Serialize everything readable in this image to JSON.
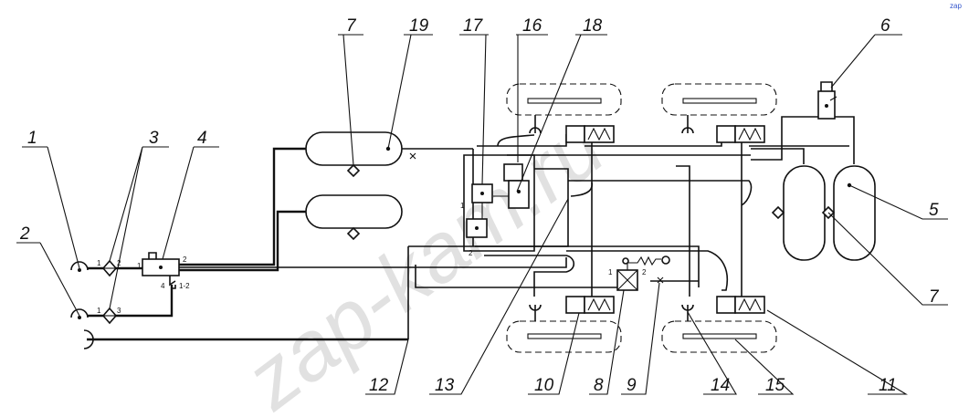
{
  "watermark": "zap-kam.ru",
  "corner_mark": "zap",
  "callouts": [
    "1",
    "2",
    "3",
    "4",
    "5",
    "6",
    "7",
    "7",
    "8",
    "9",
    "10",
    "11",
    "12",
    "13",
    "14",
    "15",
    "16",
    "17",
    "18",
    "19"
  ],
  "ports": {
    "f1_in": "1",
    "f1_out": "2",
    "f2_in": "1",
    "f2_out": "3",
    "v4_in": "1",
    "v4_out": "2",
    "v4_ctrl": "4",
    "v4_ctrl2": "1-2",
    "v8_in": "1",
    "v8_out": "2",
    "panel_1": "1",
    "panel_2": "2"
  }
}
